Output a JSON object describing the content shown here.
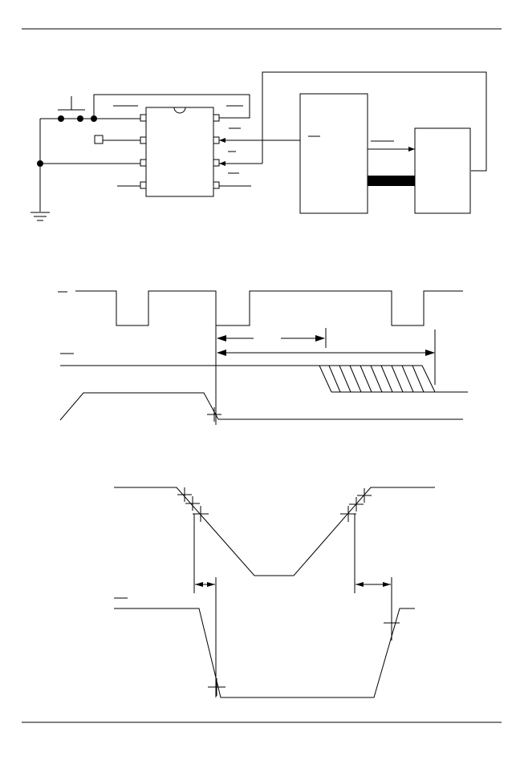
{
  "figure": {
    "page_rules": [
      "top-rule",
      "bottom-rule"
    ],
    "panels": [
      "circuit-schematic",
      "timing-diagram",
      "transition-diagram"
    ]
  },
  "circuit": {
    "ic_pins_per_side": 4,
    "ground_symbol": "ground-icon",
    "switch_symbol": "push-button-switch-icon",
    "bus_symbol": "data-bus-bar"
  },
  "timing": {
    "pulses": 3,
    "hatched_region": "transition-window"
  },
  "transition": {
    "crossing_markers": 6
  }
}
